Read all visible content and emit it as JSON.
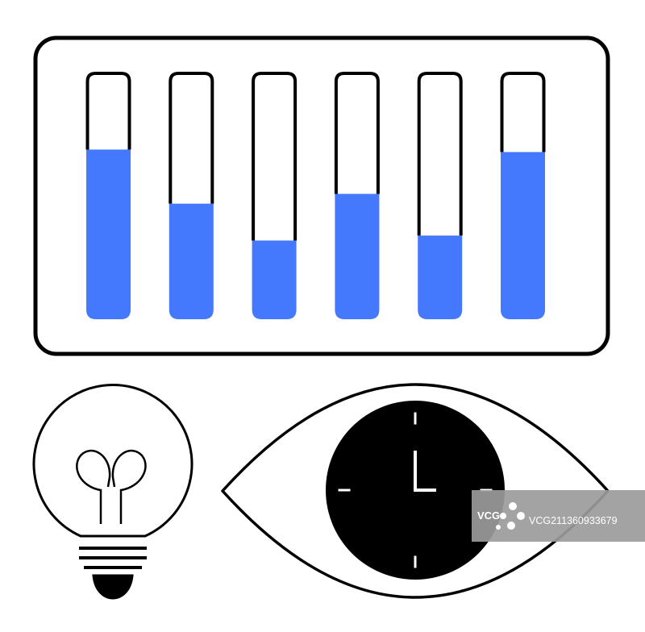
{
  "illustration": {
    "colors": {
      "outline": "#000000",
      "accent": "#4479fd",
      "background": "#ffffff"
    },
    "level_panel": {
      "icon": "level-bars-icon",
      "bars": [
        {
          "name": "bar-1",
          "fill_level": 0.69
        },
        {
          "name": "bar-2",
          "fill_level": 0.47
        },
        {
          "name": "bar-3",
          "fill_level": 0.32
        },
        {
          "name": "bar-4",
          "fill_level": 0.51
        },
        {
          "name": "bar-5",
          "fill_level": 0.34
        },
        {
          "name": "bar-6",
          "fill_level": 0.68
        }
      ]
    },
    "lightbulb": {
      "icon": "lightbulb-icon"
    },
    "eye": {
      "icon": "eye-icon",
      "pupil_icon": "clock-icon"
    },
    "watermark": {
      "logo_text": "VCG",
      "id_text": "VCG211360933679",
      "color": "#9b9b9b"
    }
  }
}
